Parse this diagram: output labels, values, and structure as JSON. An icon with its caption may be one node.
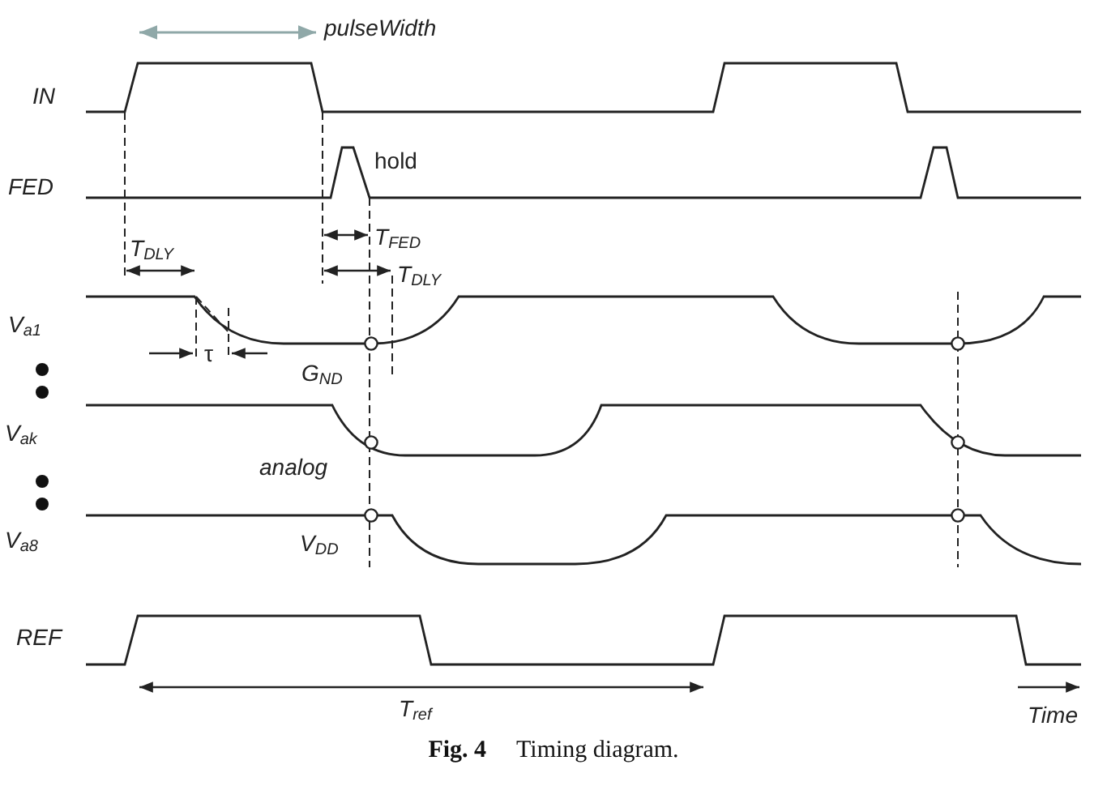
{
  "diagram": {
    "caption": "**Fig. 4**     Timing diagram.",
    "labels": [
      "pulseWidth",
      "IN",
      "FED",
      "hold",
      "T$_{DLY}$",
      "T$_{FED}$",
      "T$_{DLY}$",
      "V$_{a1}$",
      "τ",
      "G$_{ND}$",
      "V$_{ak}$",
      "analog",
      "V$_{a8}$",
      "V$_{DD}$",
      "REF",
      "T$_{ref}$",
      "Time"
    ]
  }
}
